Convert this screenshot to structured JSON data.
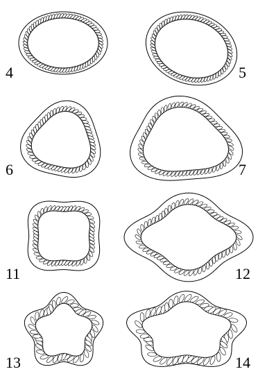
{
  "figures": [
    {
      "label": "4",
      "shape": "ellipse"
    },
    {
      "label": "5",
      "shape": "ellipse"
    },
    {
      "label": "6",
      "shape": "triangle"
    },
    {
      "label": "7",
      "shape": "triangle"
    },
    {
      "label": "11",
      "shape": "square"
    },
    {
      "label": "12",
      "shape": "square"
    },
    {
      "label": "13",
      "shape": "pentagon"
    },
    {
      "label": "14",
      "shape": "pentagon"
    }
  ],
  "colors": {
    "stroke": "#000000",
    "background": "#ffffff"
  }
}
